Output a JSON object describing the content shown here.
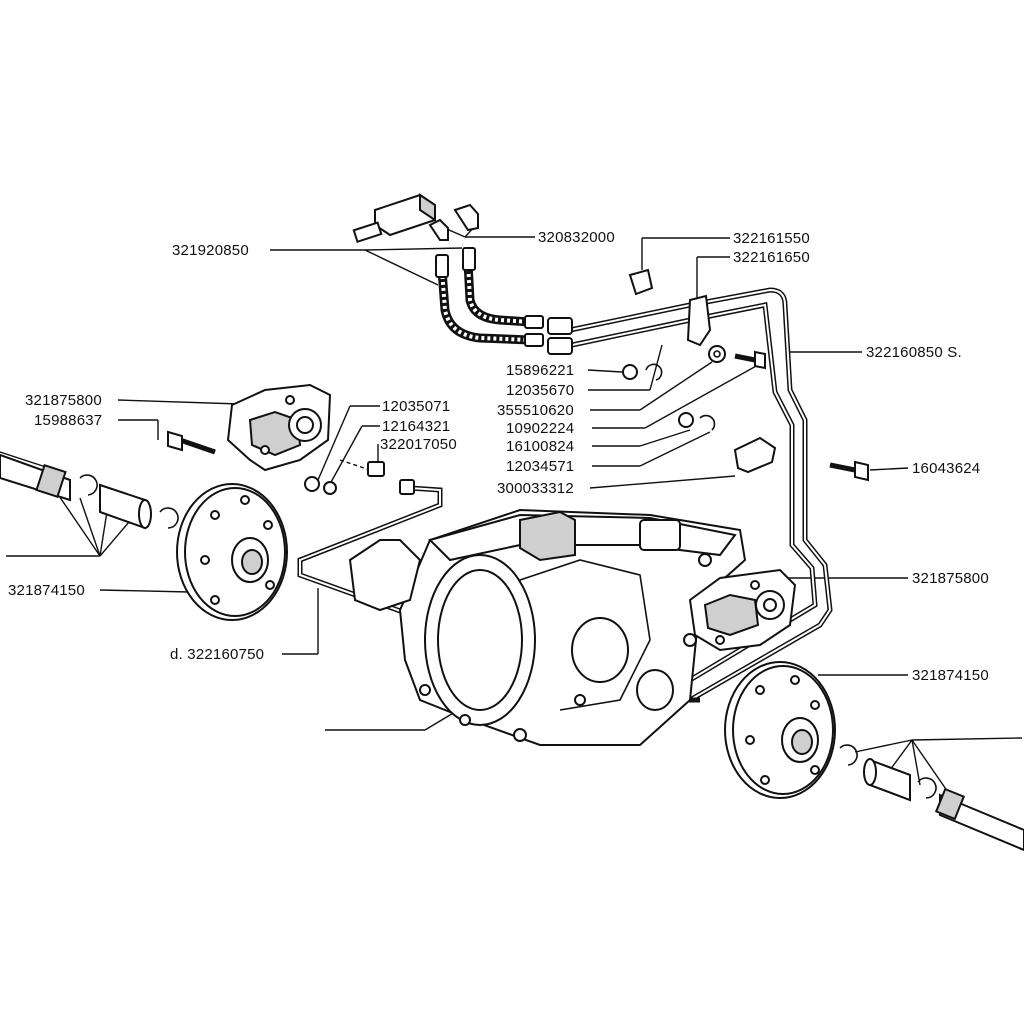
{
  "labels": {
    "l320832000": "320832000",
    "l321920850": "321920850",
    "l322161550": "322161550",
    "l322161650": "322161650",
    "l322160850s": "322160850 S.",
    "l15896221": "15896221",
    "l12035670": "12035670",
    "l355510620": "355510620",
    "l10902224": "10902224",
    "l16100824": "16100824",
    "l12034571": "12034571",
    "l300033312": "300033312",
    "l16043624": "16043624",
    "l321875800a": "321875800",
    "l15988637": "15988637",
    "l12035071": "12035071",
    "l12164321": "12164321",
    "l322017050": "322017050",
    "l321874150a": "321874150",
    "l322160750": "d. 322160750",
    "l321875800b": "321875800",
    "l321874150b": "321874150"
  }
}
